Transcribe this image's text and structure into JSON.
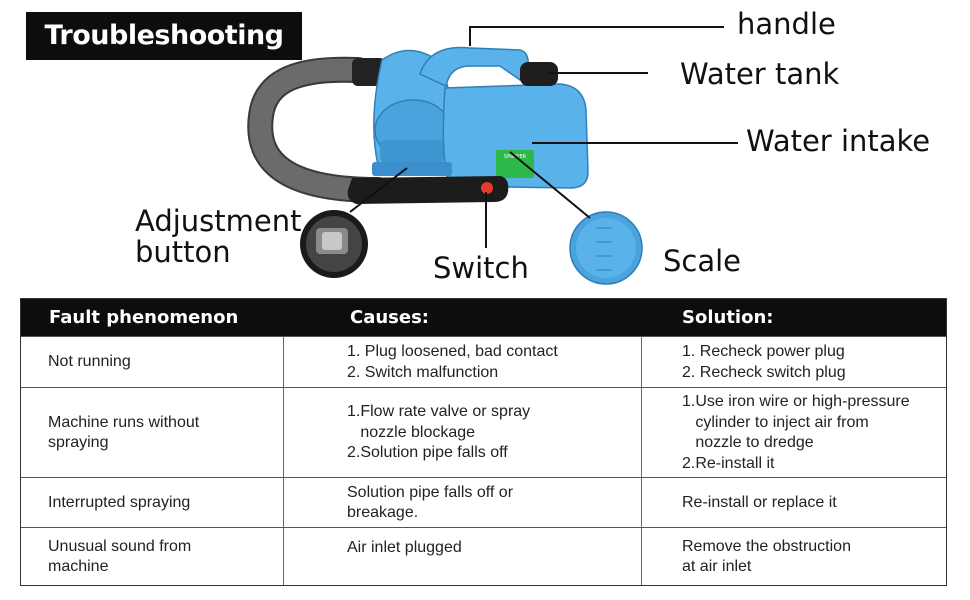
{
  "title": "Troubleshooting",
  "labels": {
    "handle": "handle",
    "water_tank": "Water tank",
    "water_intake": "Water intake",
    "adjustment_line1": "Adjustment",
    "adjustment_line2": "button",
    "switch": "Switch",
    "scale": "Scale"
  },
  "product_sticker": "SPRAYER",
  "colors": {
    "body": "#5ab2ea",
    "body_dark": "#3a8fcc",
    "badge": "#0d0d0d",
    "sticker": "#2eb84a"
  },
  "table": {
    "headers": [
      "Fault phenomenon",
      "Causes:",
      "Solution:"
    ],
    "rows": [
      {
        "fault": [
          "Not running"
        ],
        "causes": [
          "1. Plug loosened, bad contact",
          "2. Switch malfunction"
        ],
        "solution": [
          "1. Recheck power plug",
          "2. Recheck switch plug"
        ]
      },
      {
        "fault": [
          "Machine runs without",
          "spraying"
        ],
        "causes": [
          "1.Flow rate valve or spray",
          "   nozzle blockage",
          "2.Solution pipe falls off"
        ],
        "solution": [
          "1.Use iron wire or high-pressure",
          "   cylinder to inject air from",
          "   nozzle to dredge",
          "2.Re-install it"
        ]
      },
      {
        "fault": [
          "Interrupted spraying"
        ],
        "causes": [
          "Solution pipe falls off or",
          "breakage."
        ],
        "solution": [
          "Re-install or replace it"
        ]
      },
      {
        "fault": [
          "Unusual sound from",
          "machine"
        ],
        "causes": [
          "Air inlet plugged"
        ],
        "solution": [
          "Remove the obstruction",
          "at air inlet"
        ]
      }
    ]
  }
}
